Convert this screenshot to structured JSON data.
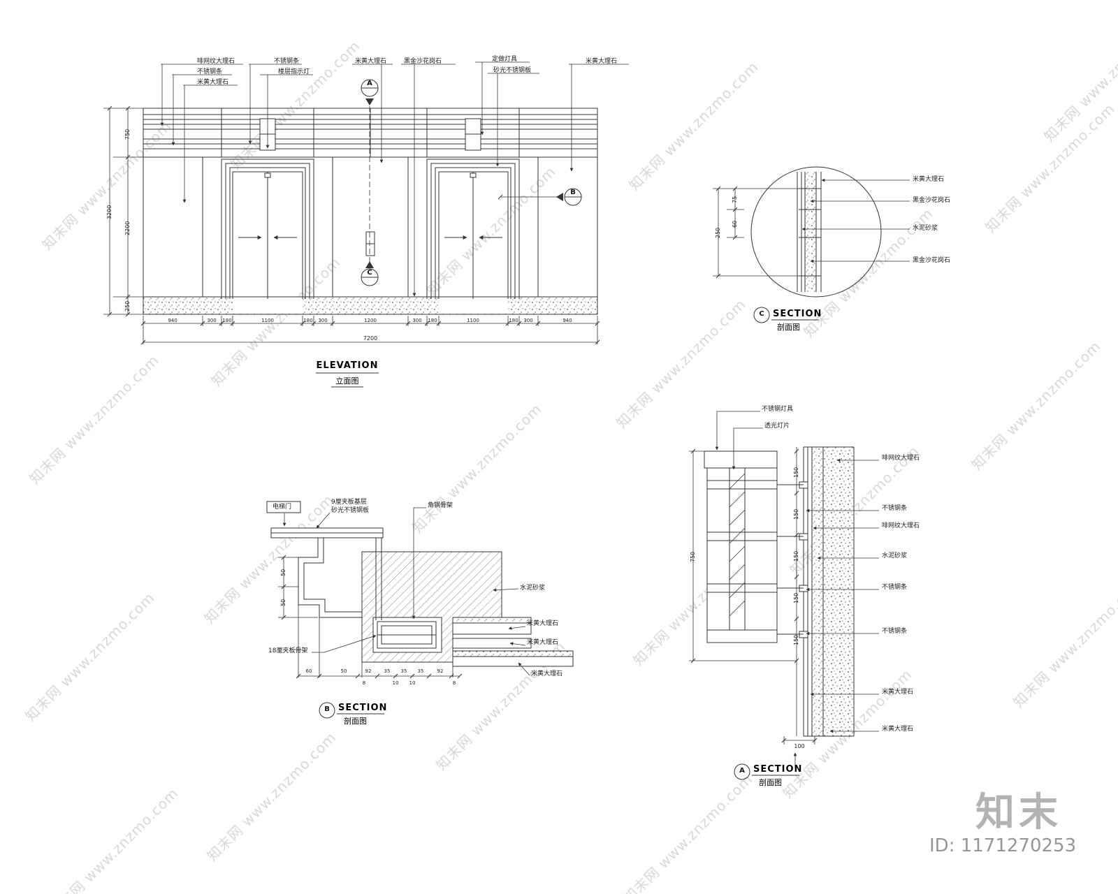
{
  "watermark": {
    "text": "知末网 www.znzmo.com",
    "logo": "知末",
    "image_id": "ID: 1171270253"
  },
  "markers": {
    "a": "A",
    "b": "B",
    "c": "C"
  },
  "elevation": {
    "title": "ELEVATION",
    "subtitle": "立面图",
    "callouts": [
      "啡网纹大理石",
      "不锈钢条",
      "米黄大理石",
      "不锈钢条",
      "楼层指示灯",
      "米黄大理石",
      "黑金沙花岗石",
      "定做灯具",
      "砂光不锈钢板",
      "米黄大理石"
    ],
    "dims_left": [
      "750",
      "2200",
      "250"
    ],
    "total_height": "3200",
    "dims_bottom": [
      "940",
      "300",
      "180",
      "1100",
      "180",
      "300",
      "1200",
      "300",
      "180",
      "1100",
      "180",
      "300",
      "940"
    ],
    "total_width": "7200"
  },
  "section_c": {
    "label": "C",
    "title": "SECTION",
    "subtitle": "剖面图",
    "callouts": [
      "米黄大理石",
      "黑金沙花岗石",
      "水泥砂浆",
      "黑金沙花岗石"
    ],
    "dim_total": "250",
    "dims": [
      "75",
      "60"
    ]
  },
  "section_b": {
    "label": "B",
    "title": "SECTION",
    "subtitle": "剖面图",
    "callouts": [
      "电梯门",
      "9厘夹板基层",
      "砂光不锈钢板",
      "角钢骨架",
      "水泥砂浆",
      "米黄大理石",
      "米黄大理石",
      "18厘夹板骨架",
      "米黄大理石"
    ],
    "dims_left": [
      "50",
      "50"
    ],
    "dims_row1": [
      "60",
      "50",
      "92",
      "35",
      "35",
      "35",
      "92"
    ],
    "dims_row2": [
      "8",
      "10",
      "10",
      "8"
    ]
  },
  "section_a": {
    "label": "A",
    "title": "SECTION",
    "subtitle": "剖面图",
    "callouts": [
      "不锈钢灯具",
      "透光灯片",
      "啡网纹大理石",
      "不锈钢条",
      "啡网纹大理石",
      "水泥砂浆",
      "不锈钢条",
      "不锈钢条",
      "米黄大理石",
      "米黄大理石"
    ],
    "dim_total": "750",
    "dims_chain": [
      "150",
      "150",
      "150",
      "150",
      "150"
    ],
    "dim_bottom": "100"
  }
}
